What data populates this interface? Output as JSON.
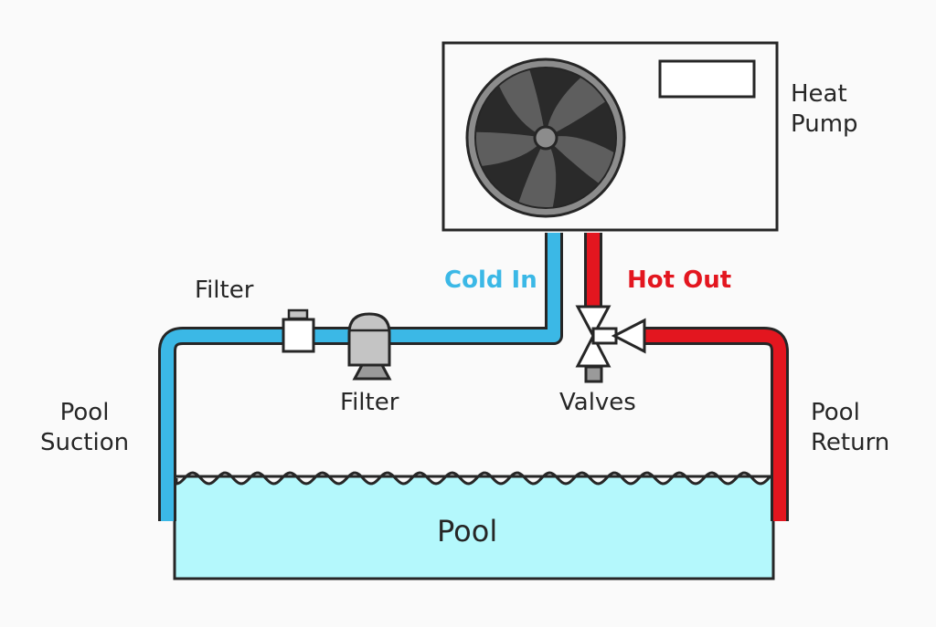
{
  "colors": {
    "cold": "#3bb8e6",
    "hot": "#e3161f",
    "outline": "#262626",
    "pool_water": "#b4f8fc",
    "fan_dark": "#2a2a2a",
    "fan_blade": "#5e5e5e",
    "fan_ring": "#8c8c8c",
    "component_gray": "#c4c4c4",
    "background": "#fafafa"
  },
  "labels": {
    "heat_pump": [
      "Heat",
      "Pump"
    ],
    "cold_in": "Cold In",
    "hot_out": "Hot Out",
    "filter_top": "Filter",
    "filter_bottom": "Filter",
    "valves": "Valves",
    "pool_suction": [
      "Pool",
      "Suction"
    ],
    "pool_return": [
      "Pool",
      "Return"
    ],
    "pool": "Pool"
  }
}
